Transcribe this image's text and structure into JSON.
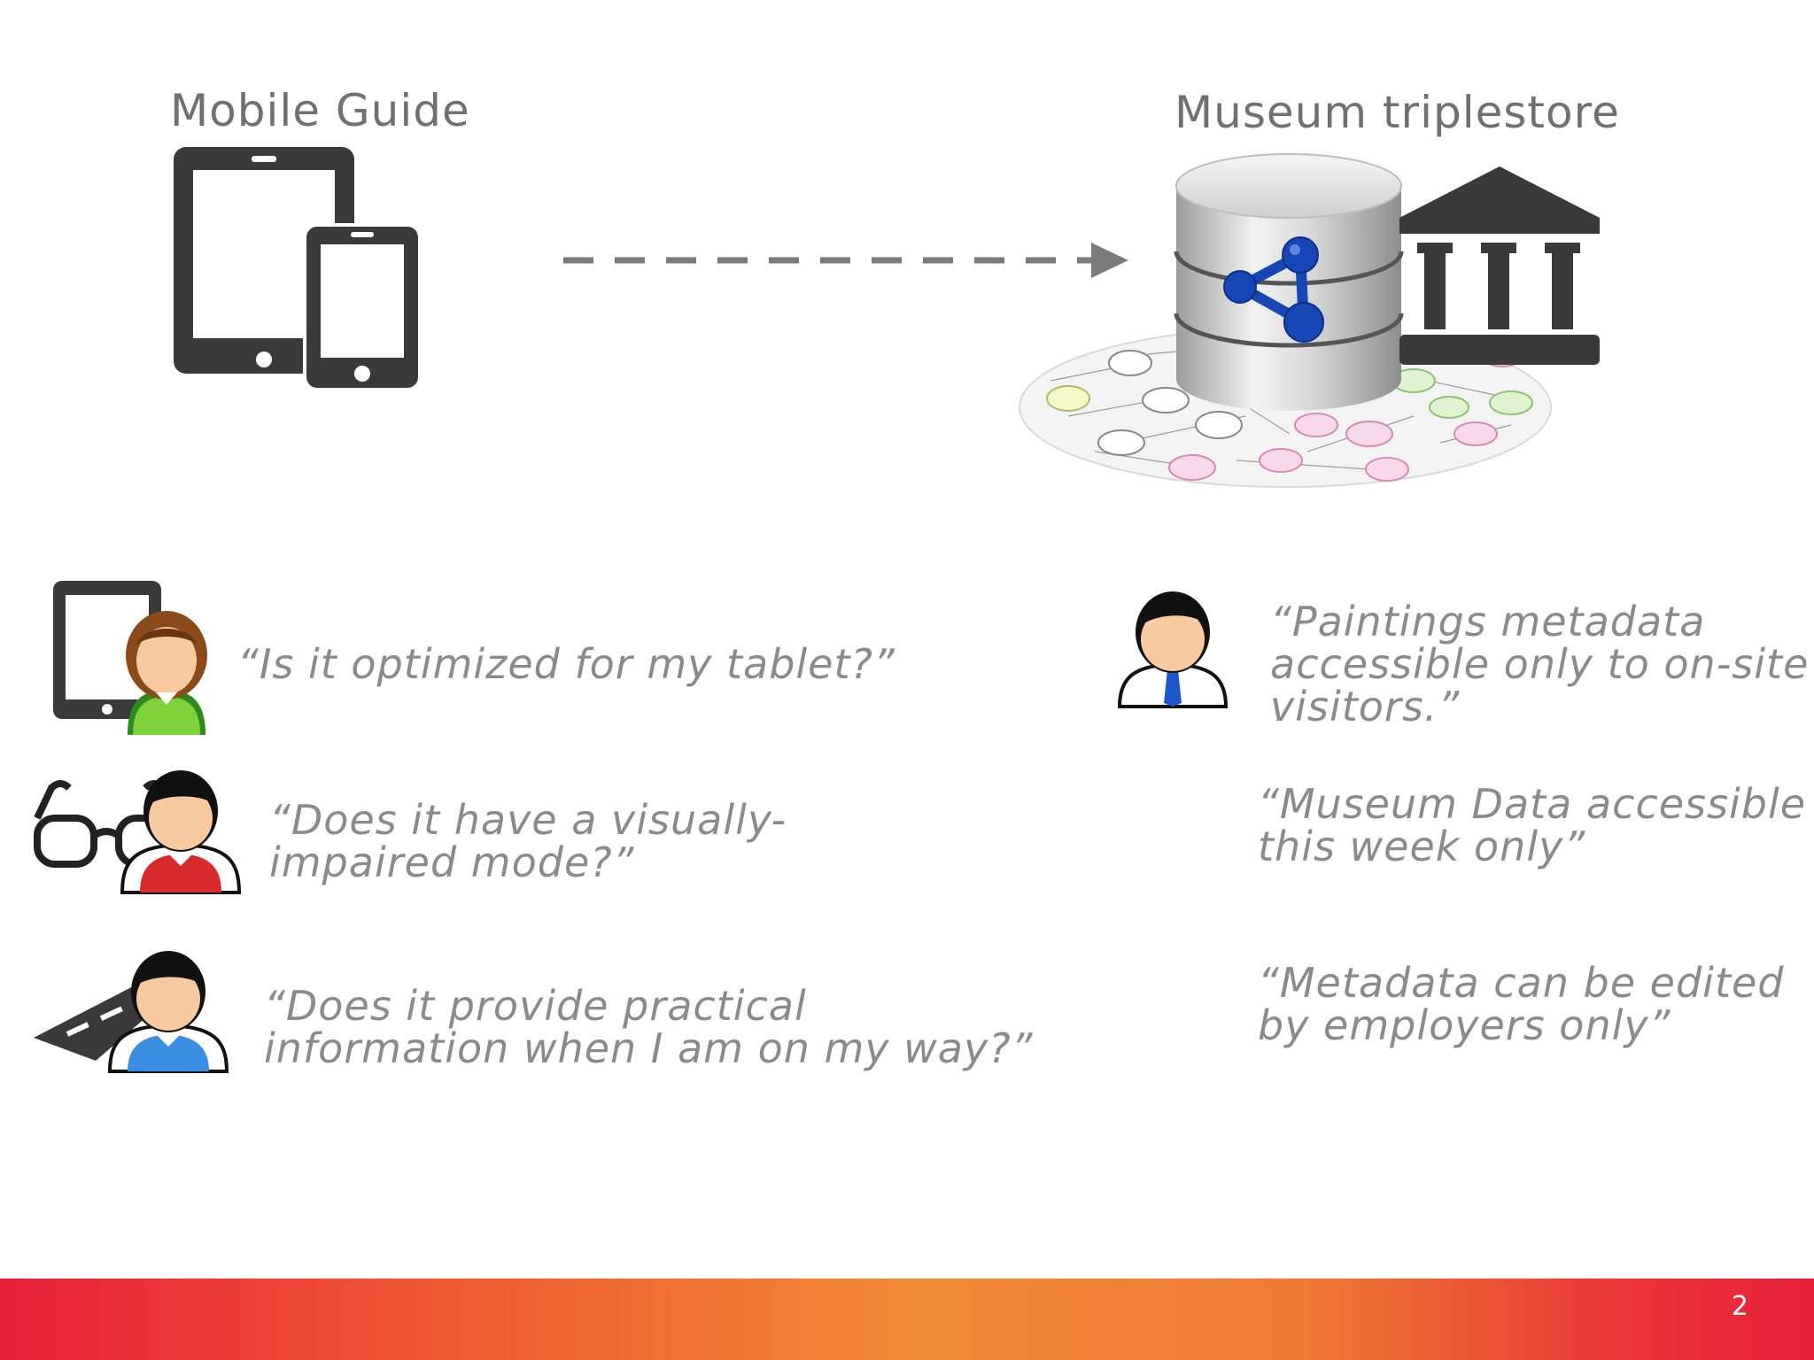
{
  "left_heading": "Mobile Guide",
  "right_heading": "Museum triplestore",
  "user_quotes": [
    {
      "line1": "“Is it optimized for my tablet?”",
      "line2": ""
    },
    {
      "line1": "“Does it have a visually-",
      "line2": "impaired mode?”"
    },
    {
      "line1": "“Does it provide practical",
      "line2": "information when I am on my way?”"
    }
  ],
  "museum_quotes": [
    {
      "line1": "“Paintings metadata",
      "line2": "accessible only to on-site",
      "line3": "visitors.”"
    },
    {
      "line1": "“Museum Data accessible",
      "line2": "this week only”"
    },
    {
      "line1": "“Metadata can be edited",
      "line2": "by employers only”"
    }
  ],
  "page_number": "2",
  "colors": {
    "footer_start": "#e8203a",
    "footer_mid": "#f08933",
    "icon_dark": "#3a3a3a",
    "semantic_blue": "#1646b4"
  }
}
